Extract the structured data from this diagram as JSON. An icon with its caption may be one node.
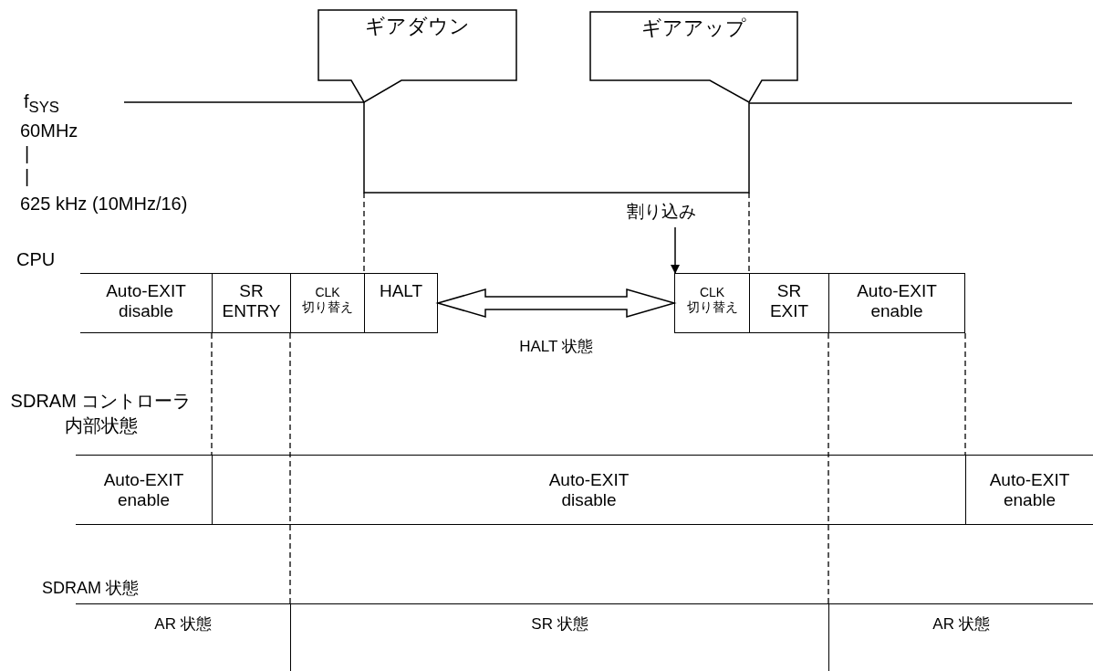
{
  "diagram": {
    "nodes": [
      {
        "text": [
          "ギアダウン"
        ]
      },
      {
        "text": [
          "ギアアップ"
        ]
      },
      {
        "text": [
          "割り込み"
        ]
      },
      {
        "text": [
          "Auto-EXIT disable"
        ]
      },
      {
        "text": [
          "SR ENTRY"
        ]
      },
      {
        "text": [
          "CLK 切り替え"
        ]
      },
      {
        "text": [
          "HALT"
        ]
      },
      {
        "text": [
          "CLK 切り替え"
        ]
      },
      {
        "text": [
          "SR EXIT"
        ]
      },
      {
        "text": [
          "Auto-EXIT enable"
        ]
      },
      {
        "text": [
          "Auto-EXIT enable"
        ]
      },
      {
        "text": [
          "Auto-EXIT disable"
        ]
      },
      {
        "text": [
          "Auto-EXIT enable"
        ]
      },
      {
        "text": [
          "AR 状態"
        ]
      },
      {
        "text": [
          "SR 状態"
        ]
      },
      {
        "text": [
          "AR 状態"
        ]
      }
    ],
    "edges": [
      {
        "from": 6,
        "to": 7,
        "arrow": "both",
        "label": "HALT 状態"
      },
      {
        "from": 2,
        "to": 7,
        "arrow": "to"
      }
    ],
    "labels": [
      "f$_{SYS}$",
      "60MHz",
      "|",
      "|",
      "625 kHz (10MHz/16)",
      "CPU",
      "SDRAM コントローラ内部状態",
      "SDRAM 状態"
    ]
  }
}
